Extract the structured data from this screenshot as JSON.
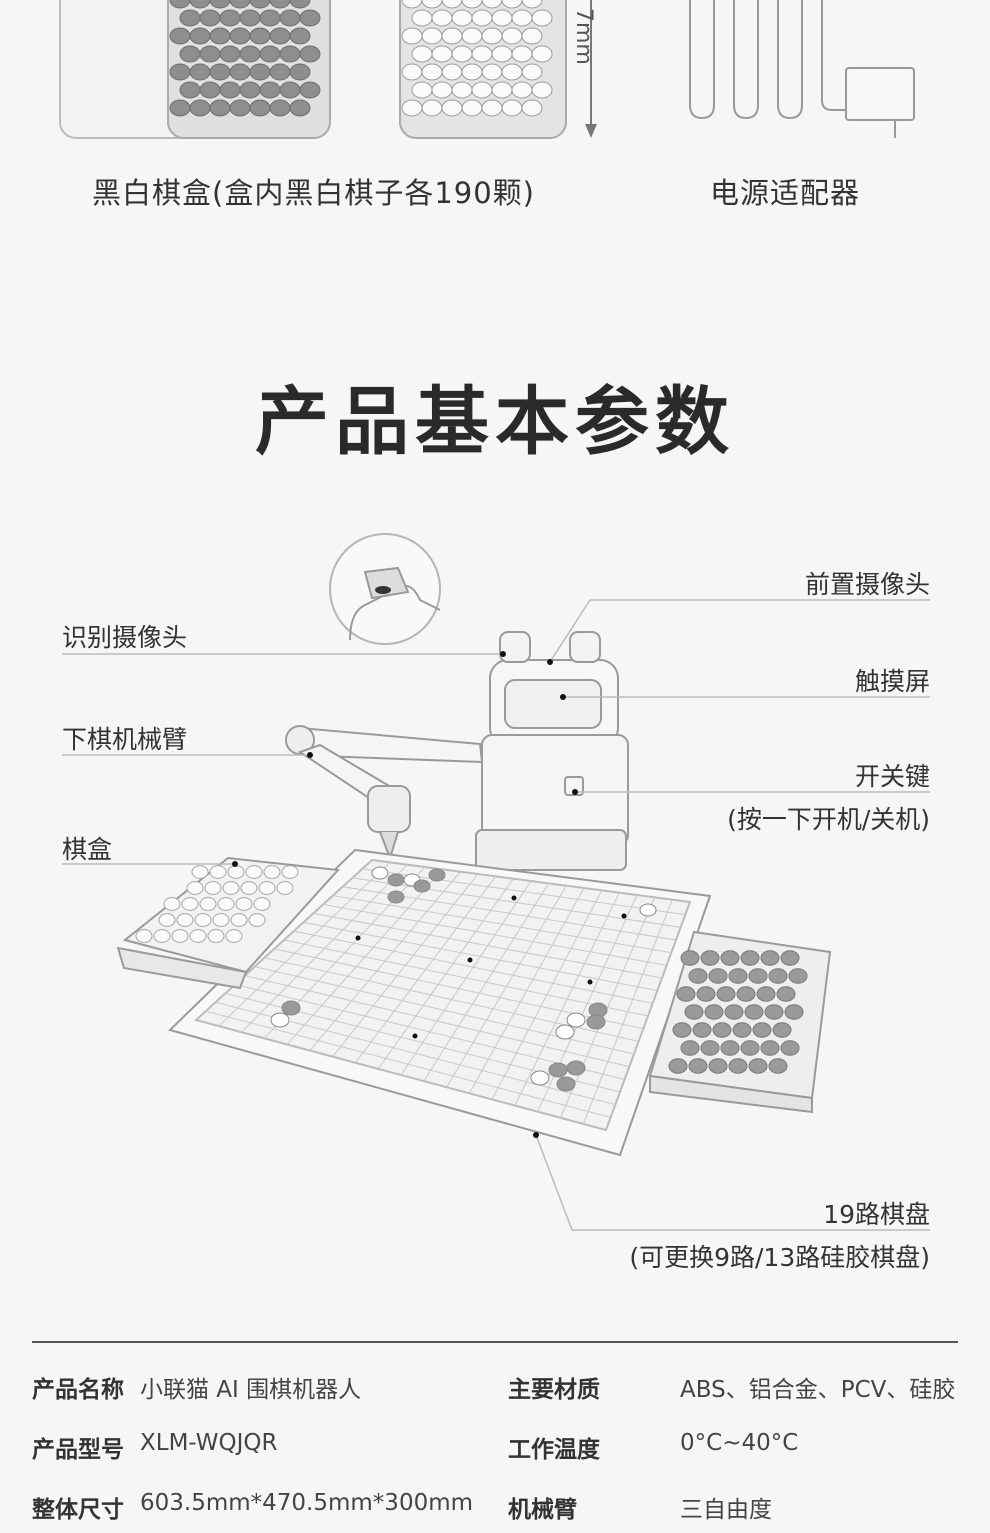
{
  "accessories": {
    "stone_box_caption": "黑白棋盒(盒内黑白棋子各190颗)",
    "adapter_caption": "电源适配器",
    "dimension_mark": "7mm"
  },
  "section": {
    "title": "产品基本参数"
  },
  "callouts": {
    "recognition_camera": "识别摄像头",
    "arm": "下棋机械臂",
    "stone_box": "棋盒",
    "front_camera": "前置摄像头",
    "touch_screen": "触摸屏",
    "power_key": "开关键",
    "power_key_note": "(按一下开机/关机)",
    "board": "19路棋盘",
    "board_note": "(可更换9路/13路硅胶棋盘)"
  },
  "specs": {
    "left": [
      {
        "key": "产品名称",
        "value": "小联猫 AI 围棋机器人"
      },
      {
        "key": "产品型号",
        "value": "XLM-WQJQR"
      },
      {
        "key": "整体尺寸",
        "value": "603.5mm*470.5mm*300mm"
      }
    ],
    "right": [
      {
        "key": "主要材质",
        "value": "ABS、铝合金、PCV、硅胶"
      },
      {
        "key": "工作温度",
        "value": "0°C~40°C"
      },
      {
        "key": "机械臂",
        "value": "三自由度"
      }
    ]
  }
}
